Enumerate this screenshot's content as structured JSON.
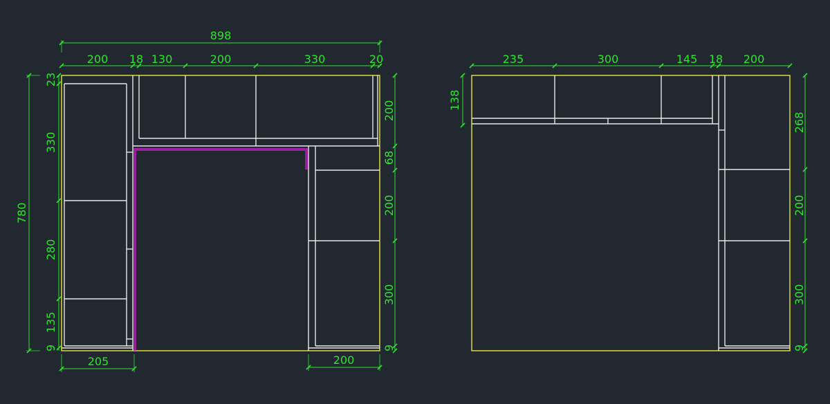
{
  "colors": {
    "background": "#212830",
    "dimension": "#2ee32e",
    "outline": "#e7e63a",
    "panel": "#e8e8e8",
    "highlight": "#c81ec8"
  },
  "left_view": {
    "overall_width": "898",
    "top_dims": [
      "200",
      "18",
      "130",
      "200",
      "330",
      "20"
    ],
    "overall_height": "780",
    "left_dims": [
      "23",
      "330",
      "280",
      "135",
      "9"
    ],
    "right_dims": [
      "200",
      "68",
      "200",
      "300",
      "9"
    ],
    "bottom_left_dim": "205",
    "bottom_right_dim": "200"
  },
  "right_view": {
    "top_dims": [
      "235",
      "300",
      "145",
      "18",
      "200"
    ],
    "left_dim": "138",
    "right_dims": [
      "268",
      "200",
      "300",
      "9"
    ]
  }
}
